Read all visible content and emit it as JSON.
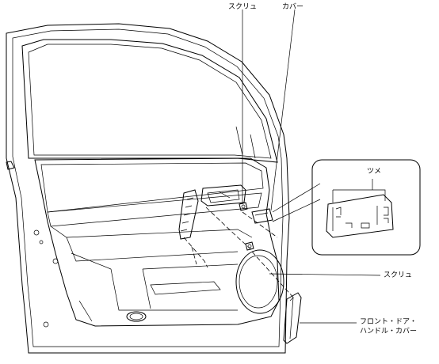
{
  "labels": {
    "screw_top": "スクリュ",
    "cover": "カバー",
    "tab": "ツメ",
    "screw_right": "スクリュ",
    "front_door_line1": "フロント・ドア・",
    "front_door_line2": "ハンドル・カバー"
  }
}
